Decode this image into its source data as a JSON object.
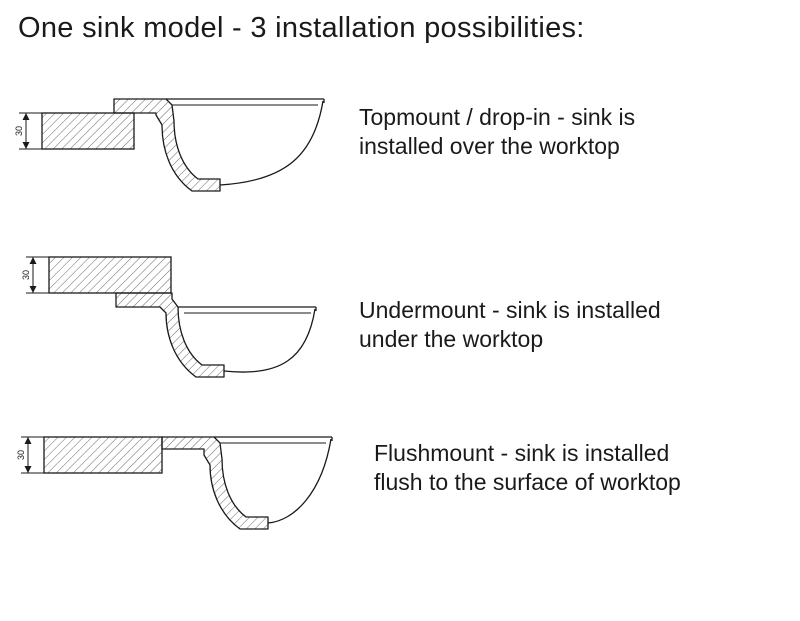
{
  "title": "One sink model - 3 installation possibilities:",
  "dim_label": "30",
  "rows": [
    {
      "id": "topmount",
      "line1": "Topmount / drop-in - sink is",
      "line2": "installed over the worktop"
    },
    {
      "id": "undermount",
      "line1": "Undermount - sink is installed",
      "line2": "under the worktop"
    },
    {
      "id": "flushmount",
      "line1": "Flushmount - sink is installed",
      "line2": "flush to the surface of worktop"
    }
  ],
  "colors": {
    "line": "#1a1a1a",
    "hatch": "#444444",
    "background": "#ffffff"
  }
}
